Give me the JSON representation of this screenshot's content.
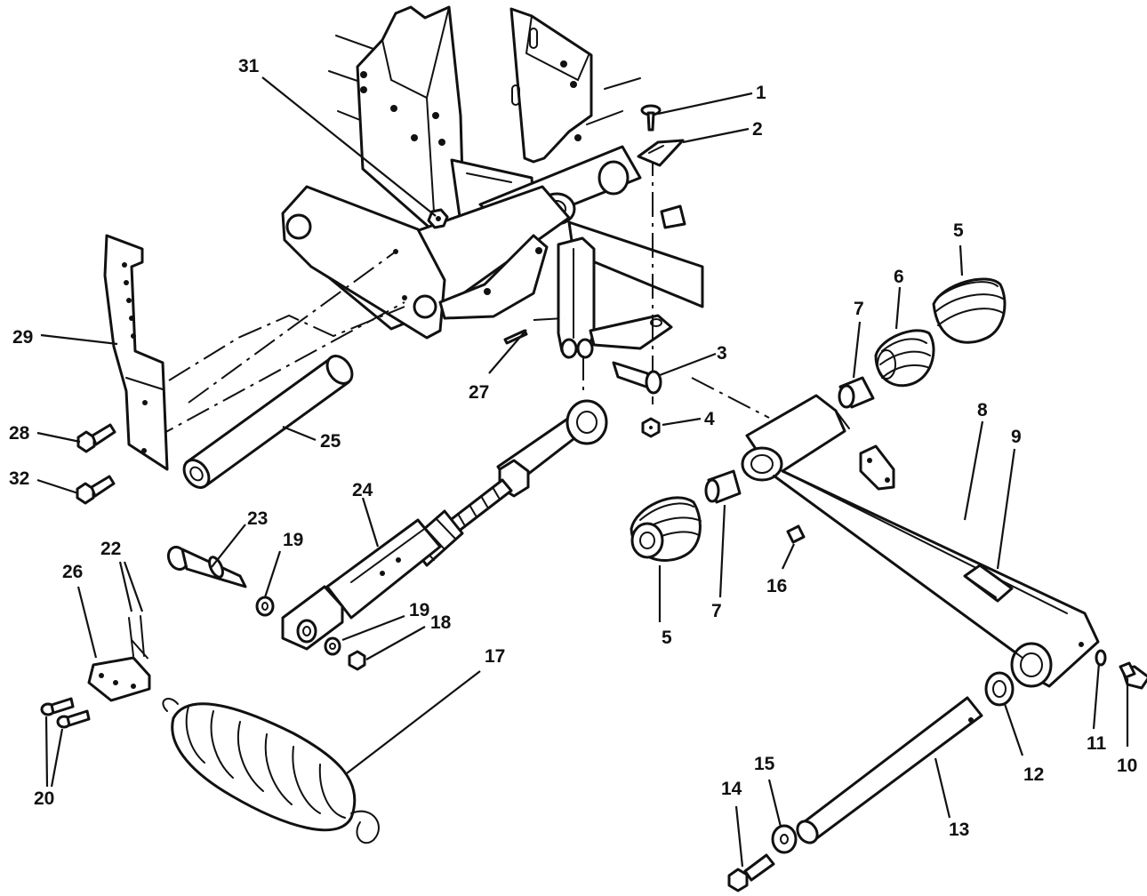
{
  "callouts": [
    {
      "id": "c1",
      "text": "1"
    },
    {
      "id": "c2",
      "text": "2"
    },
    {
      "id": "c3",
      "text": "3"
    },
    {
      "id": "c4",
      "text": "4"
    },
    {
      "id": "c5a",
      "text": "5"
    },
    {
      "id": "c5b",
      "text": "5"
    },
    {
      "id": "c6",
      "text": "6"
    },
    {
      "id": "c7a",
      "text": "7"
    },
    {
      "id": "c7b",
      "text": "7"
    },
    {
      "id": "c8",
      "text": "8"
    },
    {
      "id": "c9",
      "text": "9"
    },
    {
      "id": "c10",
      "text": "10"
    },
    {
      "id": "c11",
      "text": "11"
    },
    {
      "id": "c12",
      "text": "12"
    },
    {
      "id": "c13",
      "text": "13"
    },
    {
      "id": "c14",
      "text": "14"
    },
    {
      "id": "c15",
      "text": "15"
    },
    {
      "id": "c16",
      "text": "16"
    },
    {
      "id": "c17",
      "text": "17"
    },
    {
      "id": "c18",
      "text": "18"
    },
    {
      "id": "c19a",
      "text": "19"
    },
    {
      "id": "c19b",
      "text": "19"
    },
    {
      "id": "c20",
      "text": "20"
    },
    {
      "id": "c22",
      "text": "22"
    },
    {
      "id": "c23",
      "text": "23"
    },
    {
      "id": "c24",
      "text": "24"
    },
    {
      "id": "c25",
      "text": "25"
    },
    {
      "id": "c26",
      "text": "26"
    },
    {
      "id": "c27",
      "text": "27"
    },
    {
      "id": "c28",
      "text": "28"
    },
    {
      "id": "c29",
      "text": "29"
    },
    {
      "id": "c31",
      "text": "31"
    },
    {
      "id": "c32",
      "text": "32"
    }
  ]
}
